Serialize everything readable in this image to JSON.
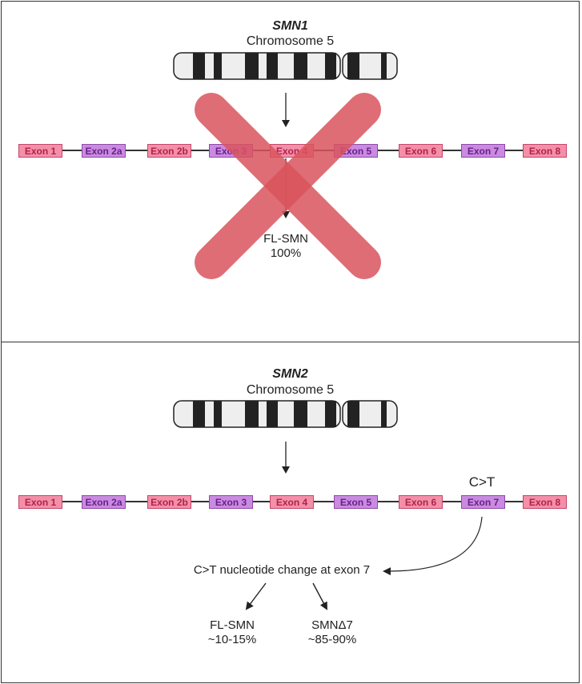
{
  "top": {
    "gene": "SMN1",
    "chromosome": "Chromosome 5",
    "exons": [
      {
        "label": "Exon 1",
        "color": "pink"
      },
      {
        "label": "Exon 2a",
        "color": "purple"
      },
      {
        "label": "Exon 2b",
        "color": "pink"
      },
      {
        "label": "Exon 3",
        "color": "purple"
      },
      {
        "label": "Exon 4",
        "color": "pink"
      },
      {
        "label": "Exon 5",
        "color": "purple"
      },
      {
        "label": "Exon 6",
        "color": "pink"
      },
      {
        "label": "Exon 7",
        "color": "purple"
      },
      {
        "label": "Exon 8",
        "color": "pink"
      }
    ],
    "product_name": "FL-SMN",
    "product_pct": "100%"
  },
  "bottom": {
    "gene": "SMN2",
    "chromosome": "Chromosome 5",
    "exons": [
      {
        "label": "Exon 1",
        "color": "pink"
      },
      {
        "label": "Exon 2a",
        "color": "purple"
      },
      {
        "label": "Exon 2b",
        "color": "pink"
      },
      {
        "label": "Exon 3",
        "color": "purple"
      },
      {
        "label": "Exon 4",
        "color": "pink"
      },
      {
        "label": "Exon 5",
        "color": "purple"
      },
      {
        "label": "Exon 6",
        "color": "pink"
      },
      {
        "label": "Exon 7",
        "color": "purple"
      },
      {
        "label": "Exon 8",
        "color": "pink"
      }
    ],
    "mutation": "C>T",
    "change_note": "C>T nucleotide change at exon 7",
    "product1_name": "FL-SMN",
    "product1_pct": "~10-15%",
    "product2_name": "SMNΔ7",
    "product2_pct": "~85-90%"
  },
  "colors": {
    "pink": "#f48fa8",
    "purple": "#c98be0",
    "cross": "#d9545d",
    "line": "#333333"
  }
}
